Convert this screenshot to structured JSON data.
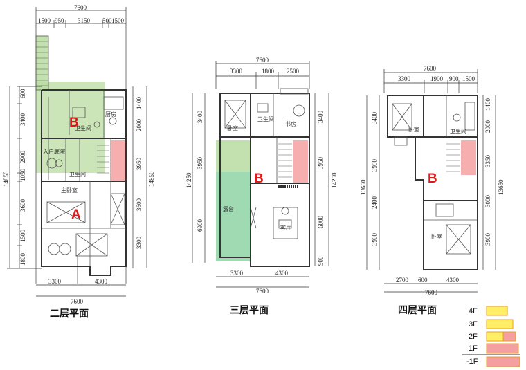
{
  "plans": [
    {
      "title": "二层平面",
      "top_total": "7600",
      "top_segments": [
        "1500",
        "950",
        "3150",
        "500",
        "1500"
      ],
      "bottom_total": "7600",
      "bottom_segments": [
        "3300",
        "4300"
      ],
      "left_total": "14850",
      "right_total": "14850",
      "left_segments": [
        "600",
        "3400",
        "2900",
        "1050",
        "3600",
        "1500",
        "1800"
      ],
      "right_segments": [
        "1400",
        "2000",
        "3950",
        "3600",
        "3300"
      ],
      "markers": [
        "B",
        "A"
      ],
      "rooms": [
        "主卧室",
        "卫生间",
        "入户庭院",
        "厨房",
        "卫生间"
      ]
    },
    {
      "title": "三层平面",
      "top_total": "7600",
      "top_segments": [
        "3300",
        "1800",
        "2500"
      ],
      "bottom_total": "7600",
      "bottom_segments": [
        "3300",
        "4300"
      ],
      "left_total": "14250",
      "right_total": "14250",
      "left_segments": [
        "3400",
        "3950",
        "6900"
      ],
      "right_segments": [
        "3400",
        "3950",
        "6000",
        "900"
      ],
      "markers": [
        "B"
      ],
      "rooms": [
        "卧室",
        "卫生间",
        "书房",
        "露台",
        "客厅"
      ]
    },
    {
      "title": "四层平面",
      "top_total": "7600",
      "top_segments": [
        "3300",
        "1900",
        "900",
        "1500"
      ],
      "bottom_total": "7600",
      "bottom_segments": [
        "2700",
        "600",
        "4300"
      ],
      "left_total": "13650",
      "right_total": "13650",
      "left_segments": [
        "3400",
        "3950",
        "2400",
        "3900"
      ],
      "right_segments": [
        "1400",
        "2000",
        "3350",
        "3000",
        "3900"
      ],
      "markers": [
        "B"
      ],
      "rooms": [
        "卧室",
        "卫生间",
        "卧室"
      ]
    }
  ],
  "legend": {
    "levels": [
      "4F",
      "3F",
      "2F",
      "1F",
      "-1F"
    ],
    "colors": {
      "yellow": "#ffee66",
      "pink": "#f4a0a0",
      "green": "#b9dca0",
      "border": "#e8a020"
    }
  }
}
